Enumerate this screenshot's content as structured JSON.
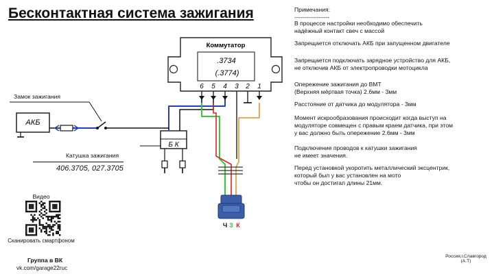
{
  "title": "Бесконтактная система зажигания",
  "notes": {
    "header": "Примечания:",
    "divider": "------------------",
    "items": [
      [
        "В процессе настройки необходимо обеспечить",
        "надёжный контакт свеч с массой"
      ],
      [
        "Запрещается отключать АКБ при запущенном двигателе"
      ],
      [
        "Запрещается подключать зарядное устройство для АКБ,",
        "не отключив АКБ от электропроводки мотоцикла"
      ],
      [
        "Опережение зажигания до ВМТ",
        "(Верхняя мёртвая точка) 2.6мм - 3мм"
      ],
      [
        "Расстояние от датчика до модулятора - 3мм"
      ],
      [
        "Момент искрообразования происходит когда выступ на",
        "модуляторе совмещен с правым краем датчика, при этом",
        "у вас должно быть опережение 2.6мм - 3мм"
      ],
      [
        "Подключение проводов к катушки зажигания",
        "не имеет значения."
      ],
      [
        "Перед установкой укоротить металлический эксцентрик,",
        "который был у вас установлен на мото",
        "чтобы он достигал длины 21мм."
      ]
    ]
  },
  "commutator": {
    "title": "Коммутатор",
    "model_1": ".3734",
    "model_2": "(.3774)",
    "pins": [
      "6",
      "5",
      "4",
      "3",
      "2",
      "1"
    ]
  },
  "ignition_lock": {
    "label": "Замок зажигания"
  },
  "battery": {
    "label": "АКБ"
  },
  "coil": {
    "label": "Катушка зажигания",
    "codes": "406.3705,  027.3705",
    "terminals": "Б К"
  },
  "sensor": {
    "letters": [
      "Ч",
      "З",
      "К"
    ]
  },
  "qr": {
    "caption_top": "Видео",
    "caption_bottom": "Сканировать смартфоном"
  },
  "vk": {
    "group": "Группа в ВК",
    "link": "vk.com/garage22ruc"
  },
  "credit": {
    "line1": "Россия,г.Славгород",
    "line2": "(А.Т)"
  },
  "colors": {
    "blue": "#1f3fbf",
    "green": "#33cc33",
    "orange": "#e8a040",
    "red": "#e02020",
    "black": "#111111",
    "sensor": "#3a5fa8"
  }
}
